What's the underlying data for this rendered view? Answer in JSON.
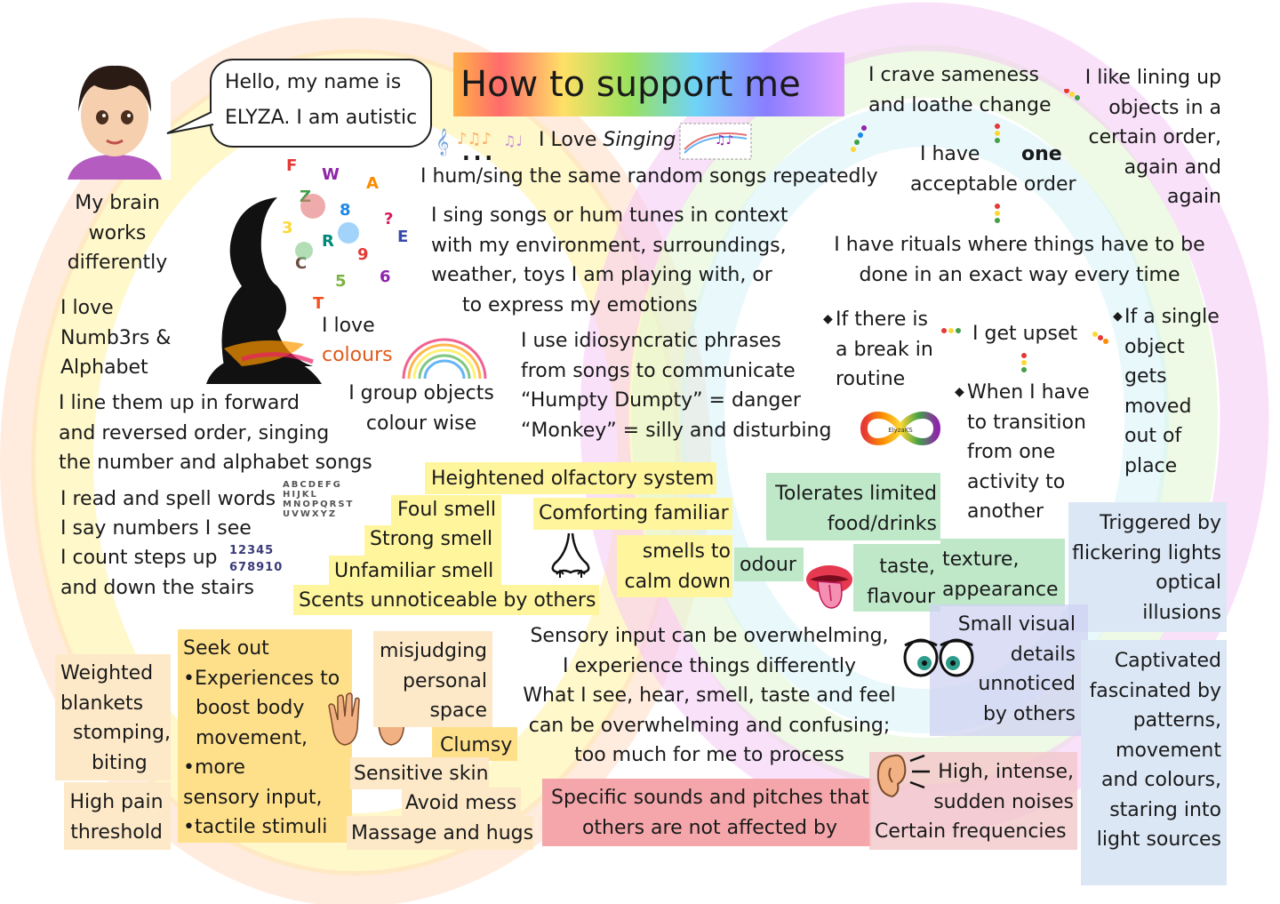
{
  "title": "How to support me ...",
  "intro": {
    "bubble_line1": "Hello, my name is",
    "bubble_line2": "ELYZA. I am autistic",
    "brain": "My brain\nworks\ndifferently"
  },
  "numbers": {
    "love": "I love\nNumb3rs &\nAlphabet",
    "line_up": "I line them up in forward\nand reversed order, singing\nthe number and alphabet songs",
    "read": "I read and spell words",
    "say": "I say numbers I see",
    "count": "I count steps up\nand down the stairs",
    "alphabet_art": "ABCDEFG\nHIJKL\nMNOPQRST\nUVWXYZ",
    "digits_art": "12345\n678910"
  },
  "colours": {
    "love": "I love",
    "colours_word": "colours",
    "group": "I group objects\ncolour wise"
  },
  "singing": {
    "love": "I Love ",
    "love_em": "Singing",
    "hum": "I hum/sing the same random songs repeatedly",
    "context": "I sing songs or hum tunes in context\nwith my environment, surroundings,\nweather, toys I am playing with, or\n     to express my emotions",
    "phrases": "I use idiosyncratic phrases\nfrom songs to communicate\n“Humpty Dumpty” = danger\n“Monkey” = silly and disturbing"
  },
  "sameness": {
    "crave": "I crave sameness\nand loathe change",
    "lining": "I like lining up\nobjects in a\ncertain order,\nagain and\nagain",
    "have": "I have",
    "one": "one",
    "acceptable": "acceptable order",
    "rituals": "I have rituals where things have to be\ndone in an exact way every time",
    "break": "If there is\na break in\nroutine",
    "upset": "I get upset",
    "single": "If a single\nobject\ngets\nmoved\nout of\nplace",
    "transition": "When I have\nto transition\nfrom one\nactivity to\nanother"
  },
  "smell": {
    "heightened": "Heightened olfactory system",
    "foul": "Foul smell",
    "strong": "Strong smell",
    "unfamiliar": "Unfamiliar smell",
    "unnoticeable": "Scents unnoticeable by others",
    "comforting": "Comforting familiar",
    "calm": "smells to\ncalm down",
    "odour": "odour"
  },
  "taste": {
    "tolerates": "Tolerates limited\nfood/drinks",
    "taste_flavour": "taste,\nflavour",
    "texture": "texture,\nappearance"
  },
  "sight": {
    "flicker": "Triggered by\nflickering lights\noptical\nillusions",
    "small_visual": "Small visual\ndetails\nunnoticed\nby others",
    "captivated": "Captivated\nfascinated by\npatterns,\nmovement\nand colours,\nstaring into\nlight sources"
  },
  "sensory": {
    "overwhelming": "Sensory input can be overwhelming,\nI experience things differently\nWhat I see, hear, smell, taste and feel\ncan be overwhelming and confusing;\ntoo much for me to process"
  },
  "sound": {
    "specific": "Specific sounds and pitches that\n     others are not affected by",
    "high": "High, intense,\nsudden noises",
    "certain": "Certain frequencies"
  },
  "touch": {
    "weighted": "Weighted\nblankets\n  stomping,\n     biting",
    "pain": "High pain\nthreshold",
    "seek": "Seek out\n•Experiences to\n  boost body\n  movement,\n•more\nsensory input,\n•tactile stimuli",
    "misjudging": "misjudging\npersonal\nspace",
    "clumsy": "Clumsy",
    "skin": "Sensitive skin",
    "mess": "Avoid mess",
    "hugs": "Massage and hugs"
  },
  "badge_text": "ElyzaKS",
  "colors": {
    "yellow": "#fff59d",
    "gold": "#ffe08a",
    "peach": "#fde9c8",
    "green": "#bfe8c9",
    "blue": "#dbe7f5",
    "pink": "#f4a6aa"
  }
}
